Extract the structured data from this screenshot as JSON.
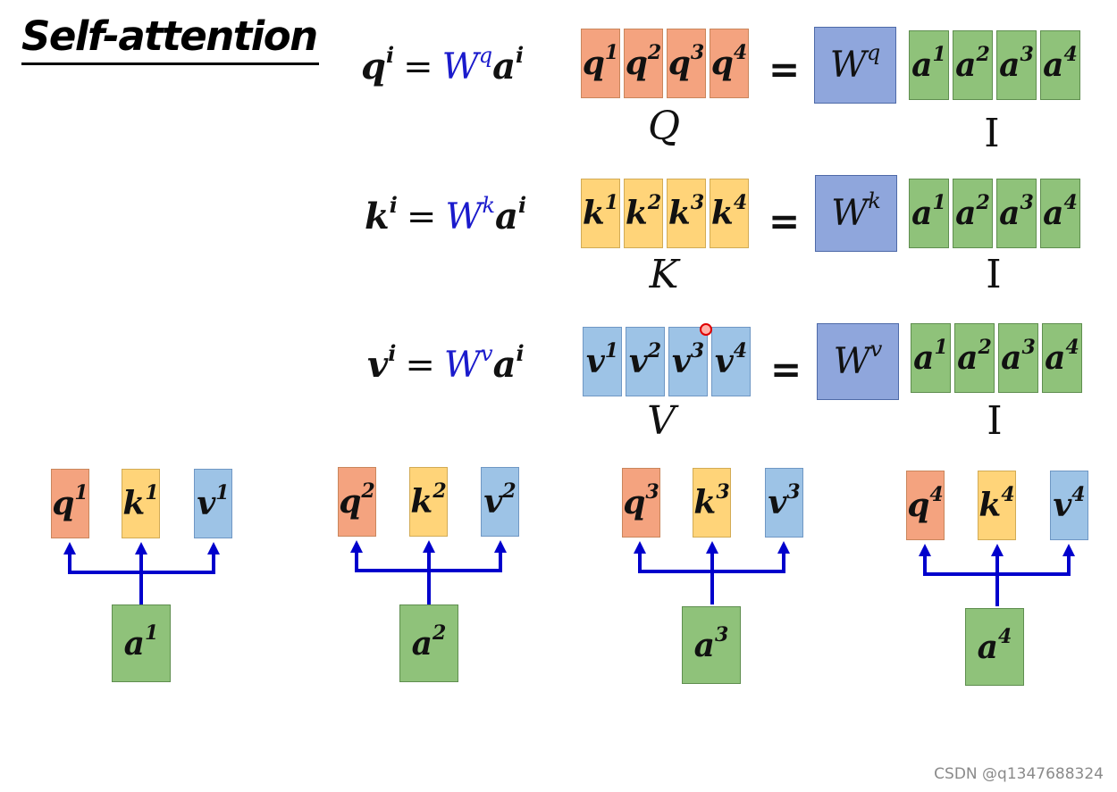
{
  "title": "Self-attention",
  "rows": [
    {
      "id": "q",
      "eq": {
        "var": "q",
        "sup_var": "i",
        "equals": "=",
        "w": "W",
        "w_sup": "q",
        "a": "a",
        "a_sup": "i"
      },
      "cells": [
        {
          "base": "q",
          "sup": "1"
        },
        {
          "base": "q",
          "sup": "2"
        },
        {
          "base": "q",
          "sup": "3"
        },
        {
          "base": "q",
          "sup": "4"
        }
      ],
      "equals": "=",
      "matrix": {
        "base": "W",
        "sup": "q"
      },
      "inputs": [
        {
          "base": "a",
          "sup": "1"
        },
        {
          "base": "a",
          "sup": "2"
        },
        {
          "base": "a",
          "sup": "3"
        },
        {
          "base": "a",
          "sup": "4"
        }
      ],
      "label": "Q",
      "input_label": "I"
    },
    {
      "id": "k",
      "eq": {
        "var": "k",
        "sup_var": "i",
        "equals": "=",
        "w": "W",
        "w_sup": "k",
        "a": "a",
        "a_sup": "i"
      },
      "cells": [
        {
          "base": "k",
          "sup": "1"
        },
        {
          "base": "k",
          "sup": "2"
        },
        {
          "base": "k",
          "sup": "3"
        },
        {
          "base": "k",
          "sup": "4"
        }
      ],
      "equals": "=",
      "matrix": {
        "base": "W",
        "sup": "k"
      },
      "inputs": [
        {
          "base": "a",
          "sup": "1"
        },
        {
          "base": "a",
          "sup": "2"
        },
        {
          "base": "a",
          "sup": "3"
        },
        {
          "base": "a",
          "sup": "4"
        }
      ],
      "label": "K",
      "input_label": "I"
    },
    {
      "id": "v",
      "eq": {
        "var": "v",
        "sup_var": "i",
        "equals": "=",
        "w": "W",
        "w_sup": "v",
        "a": "a",
        "a_sup": "i"
      },
      "cells": [
        {
          "base": "v",
          "sup": "1"
        },
        {
          "base": "v",
          "sup": "2"
        },
        {
          "base": "v",
          "sup": "3"
        },
        {
          "base": "v",
          "sup": "4"
        }
      ],
      "equals": "=",
      "matrix": {
        "base": "W",
        "sup": "v"
      },
      "inputs": [
        {
          "base": "a",
          "sup": "1"
        },
        {
          "base": "a",
          "sup": "2"
        },
        {
          "base": "a",
          "sup": "3"
        },
        {
          "base": "a",
          "sup": "4"
        }
      ],
      "label": "V",
      "input_label": "I"
    }
  ],
  "groups": [
    {
      "q": {
        "base": "q",
        "sup": "1"
      },
      "k": {
        "base": "k",
        "sup": "1"
      },
      "v": {
        "base": "v",
        "sup": "1"
      },
      "a": {
        "base": "a",
        "sup": "1"
      }
    },
    {
      "q": {
        "base": "q",
        "sup": "2"
      },
      "k": {
        "base": "k",
        "sup": "2"
      },
      "v": {
        "base": "v",
        "sup": "2"
      },
      "a": {
        "base": "a",
        "sup": "2"
      }
    },
    {
      "q": {
        "base": "q",
        "sup": "3"
      },
      "k": {
        "base": "k",
        "sup": "3"
      },
      "v": {
        "base": "v",
        "sup": "3"
      },
      "a": {
        "base": "a",
        "sup": "3"
      }
    },
    {
      "q": {
        "base": "q",
        "sup": "4"
      },
      "k": {
        "base": "k",
        "sup": "4"
      },
      "v": {
        "base": "v",
        "sup": "4"
      },
      "a": {
        "base": "a",
        "sup": "4"
      }
    }
  ],
  "watermark": "CSDN @q1347688324",
  "colors": {
    "q": "#f4a37f",
    "k": "#ffd479",
    "v": "#9dc3e6",
    "a": "#8fc27a",
    "W": "#8fa6dc",
    "W_text": "#1a1acc",
    "arrow": "#0000cc"
  }
}
